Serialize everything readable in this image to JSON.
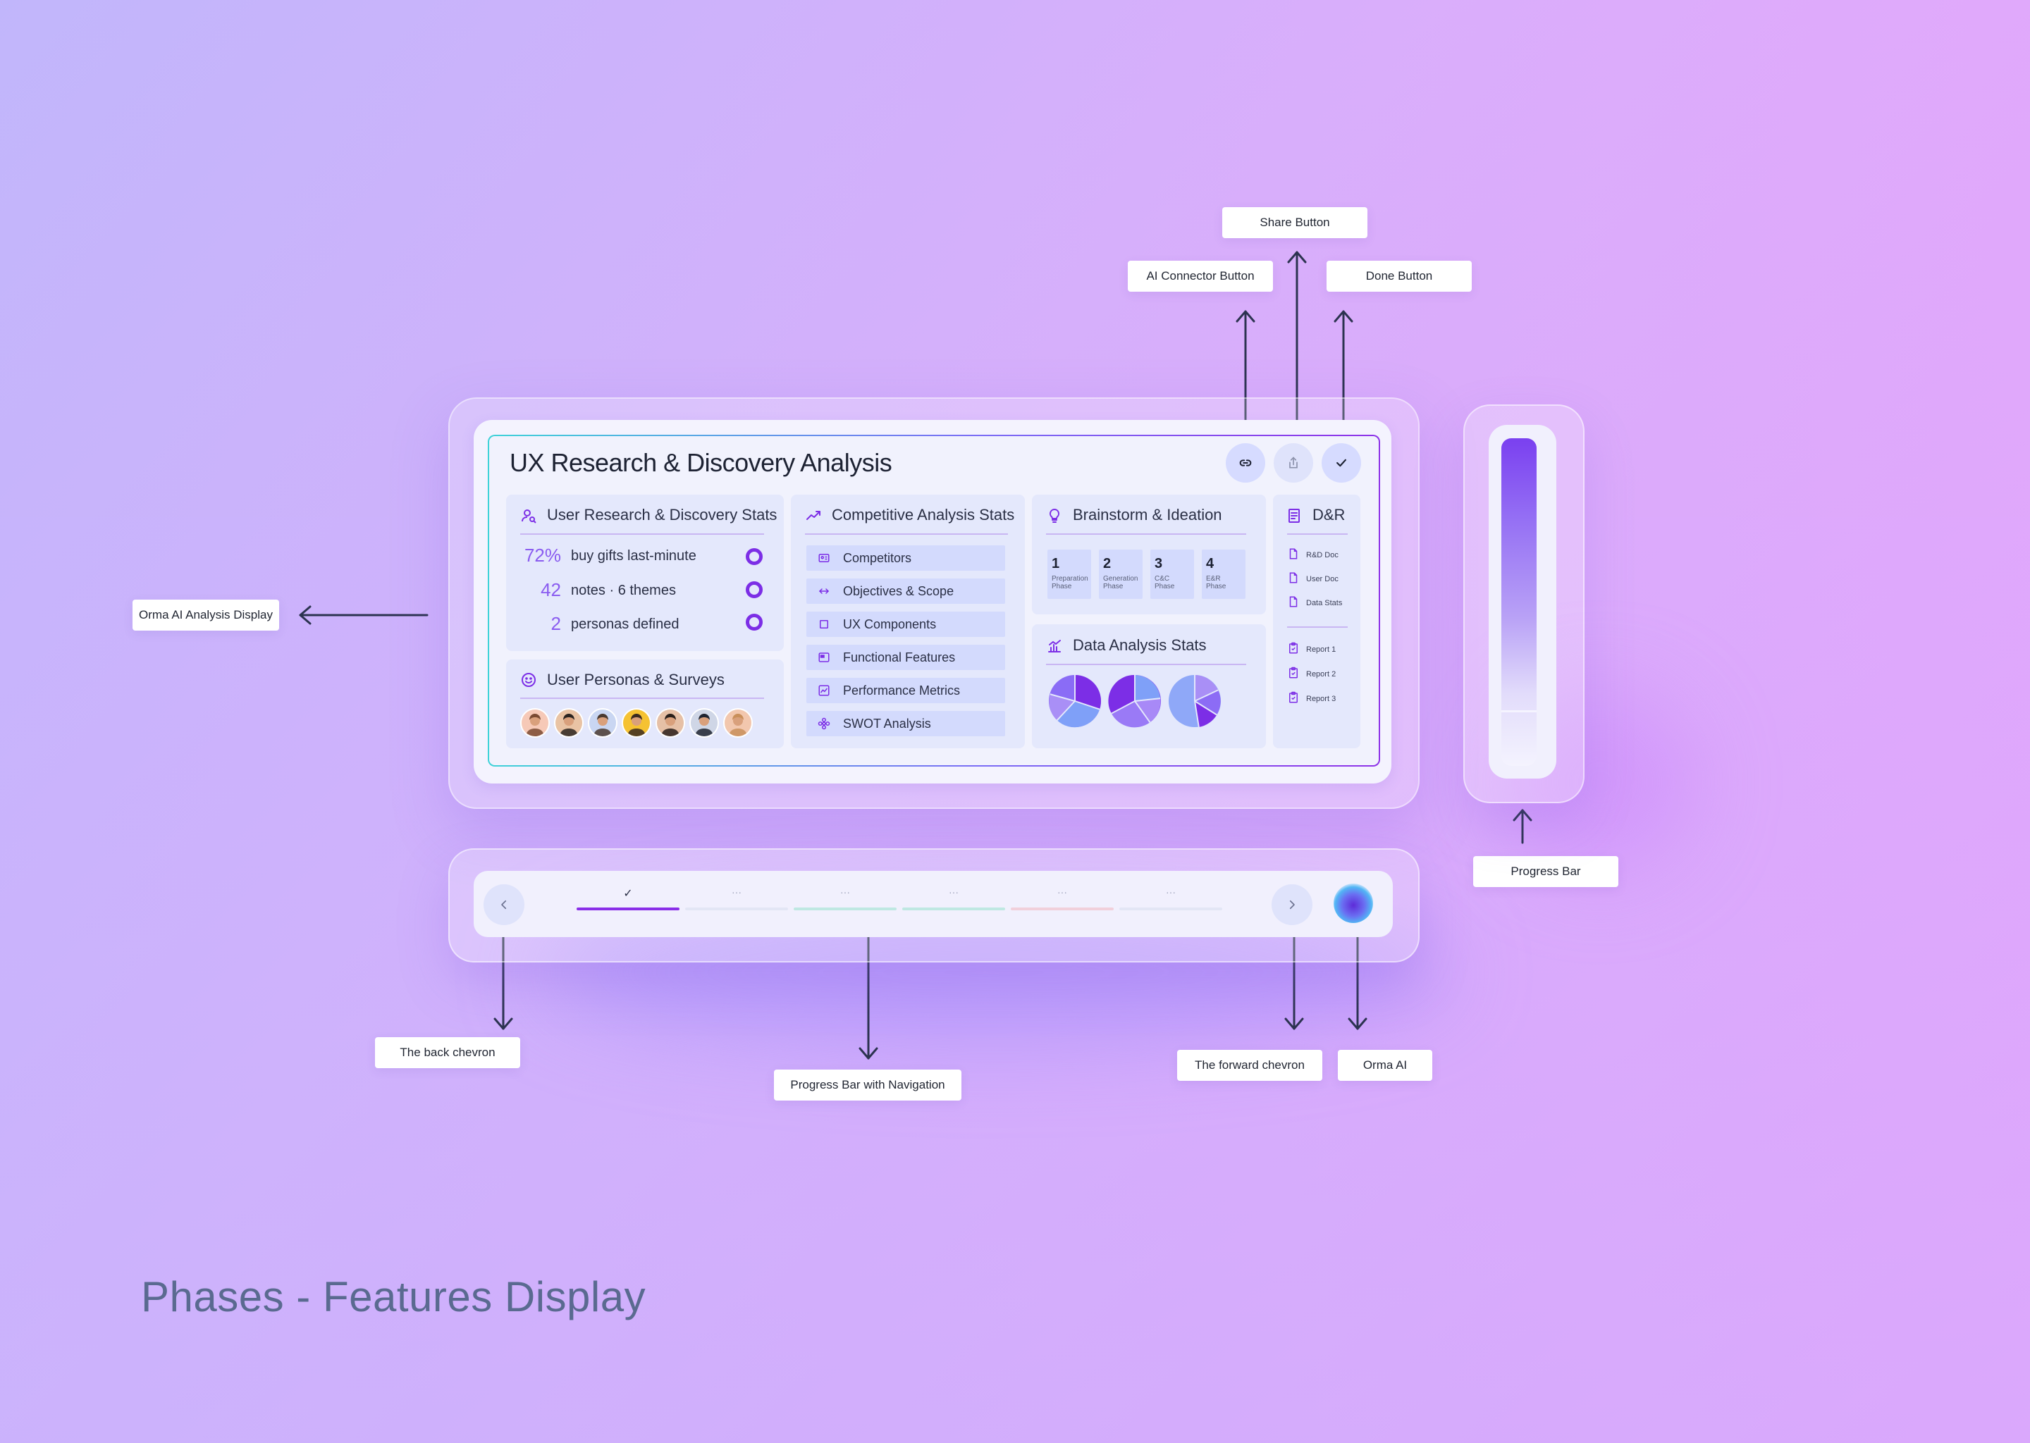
{
  "page": {
    "footer_title": "Phases - Features Display"
  },
  "annotations": {
    "share_button": "Share Button",
    "ai_connector_button": "AI Connector Button",
    "done_button": "Done Button",
    "orma_analysis_display": "Orma AI Analysis Display",
    "progress_bar": "Progress Bar",
    "back_chevron": "The back chevron",
    "progress_nav": "Progress Bar with Navigation",
    "forward_chevron": "The forward chevron",
    "orma_ai": "Orma AI"
  },
  "analysis": {
    "title": "UX Research & Discovery Analysis",
    "header_buttons": [
      {
        "icon": "link-icon"
      },
      {
        "icon": "share-icon"
      },
      {
        "icon": "check-icon"
      }
    ],
    "user_research": {
      "title": "User Research & Discovery Stats",
      "icon": "user-search-icon",
      "stats": [
        {
          "value": "72%",
          "label": "buy gifts last-minute"
        },
        {
          "value": "42",
          "label": "notes · 6 themes"
        },
        {
          "value": "2",
          "label": "personas defined"
        }
      ]
    },
    "personas": {
      "title": "User Personas & Surveys",
      "icon": "smile-icon",
      "avatar_count": 7
    },
    "competitive": {
      "title": "Competitive Analysis Stats",
      "icon": "trend-icon",
      "items": [
        {
          "label": "Competitors",
          "icon": "id-card-icon"
        },
        {
          "label": "Objectives & Scope",
          "icon": "arrows-horizontal-icon"
        },
        {
          "label": "UX Components",
          "icon": "square-icon"
        },
        {
          "label": "Functional Features",
          "icon": "window-icon"
        },
        {
          "label": "Performance Metrics",
          "icon": "chart-box-icon"
        },
        {
          "label": "SWOT Analysis",
          "icon": "flower-icon"
        }
      ]
    },
    "brainstorm": {
      "title": "Brainstorm & Ideation",
      "icon": "lightbulb-icon",
      "phases": [
        {
          "num": "1",
          "line1": "Preparation",
          "line2": "Phase"
        },
        {
          "num": "2",
          "line1": "Generation",
          "line2": "Phase"
        },
        {
          "num": "3",
          "line1": "C&C",
          "line2": "Phase"
        },
        {
          "num": "4",
          "line1": "E&R",
          "line2": "Phase"
        }
      ]
    },
    "data_analysis": {
      "title": "Data Analysis Stats",
      "icon": "bar-chart-icon",
      "pie_count": 3
    },
    "dr": {
      "title": "D&R",
      "icon": "document-icon",
      "docs": [
        "R&D Doc",
        "User Doc",
        "Data Stats"
      ],
      "reports": [
        "Report 1",
        "Report 2",
        "Report 3"
      ]
    }
  },
  "progress": {
    "level_percent": 45
  },
  "nav": {
    "segments": [
      {
        "mark": "✓",
        "color": "#8a2ee8"
      },
      {
        "mark": "···",
        "color": "#e3e6f5"
      },
      {
        "mark": "···",
        "color": "#bfe8e2"
      },
      {
        "mark": "···",
        "color": "#bfe8e2"
      },
      {
        "mark": "···",
        "color": "#f1d0db"
      },
      {
        "mark": "···",
        "color": "#e3e6f5"
      }
    ]
  },
  "colors": {
    "accent": "#7c2ee6",
    "panel_bg": "#e4e8fc",
    "item_bg": "#d3dafd"
  }
}
